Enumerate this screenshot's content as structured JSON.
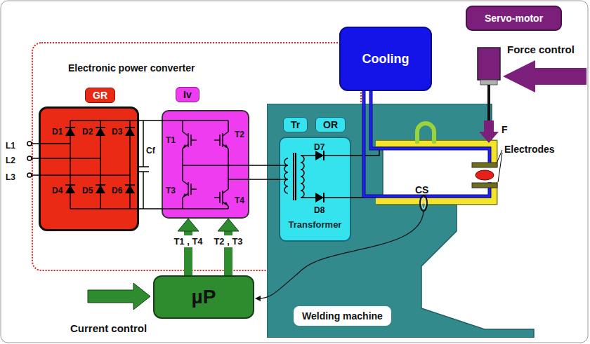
{
  "diagram": {
    "nodes": [
      {
        "text": [
          "Electronic power converter"
        ]
      },
      {
        "text": [
          "GR"
        ],
        "in": 0
      },
      {
        "text": [
          "Iv"
        ],
        "in": 0
      },
      {
        "text": [
          "Welding machine"
        ]
      },
      {
        "text": [
          "Tr",
          "OR",
          "Transformer"
        ],
        "in": 3
      },
      {
        "text": [
          "Cooling"
        ]
      },
      {
        "text": [
          "Servo-motor"
        ]
      },
      {
        "text": [
          "µP"
        ]
      }
    ],
    "edges": [
      {
        "from": 1,
        "to": 2,
        "arrow": "none"
      },
      {
        "from": 2,
        "to": 4,
        "arrow": "none"
      },
      {
        "from": 7,
        "to": 2,
        "arrow": "to",
        "label": "T1 , T4"
      },
      {
        "from": 7,
        "to": 2,
        "arrow": "to",
        "label": "T2 , T3"
      }
    ],
    "labels": [
      "L1",
      "L2",
      "L3",
      "D1",
      "D2",
      "D3",
      "D4",
      "D5",
      "D6",
      "Cf",
      "T1",
      "T2",
      "T3",
      "T4",
      "D7",
      "D8",
      "F",
      "Force control",
      "Electrodes",
      "CS",
      "Current control"
    ]
  }
}
